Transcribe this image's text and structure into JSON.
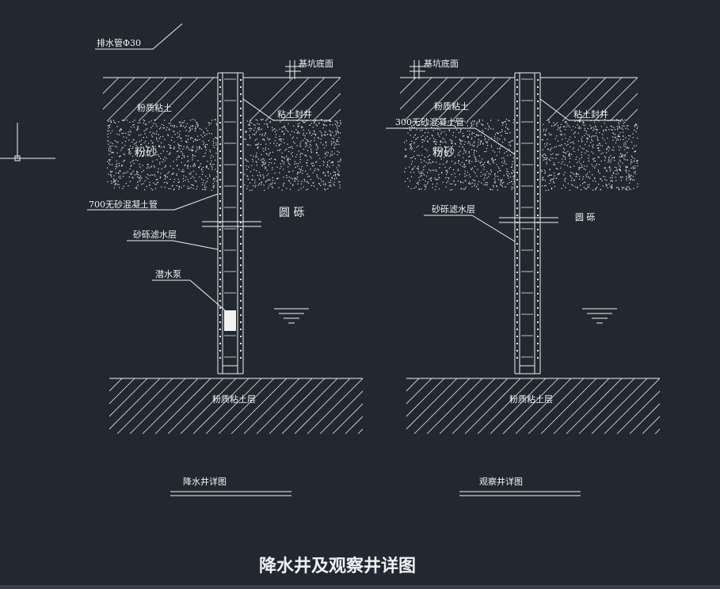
{
  "drawing": {
    "title": "降水井及观察井详图",
    "colors": {
      "background": "#212830",
      "lines": "#f2f2f2"
    }
  },
  "left_well": {
    "caption": "降水井详图",
    "labels": {
      "drain_pipe": "排水管Φ30",
      "pit_bottom": "基坑底面",
      "silty_clay": "粉质粘土",
      "clay_seal": "粘土封井",
      "silt_sand": "粉砂",
      "pipe": "700无砂混凝土管",
      "gravel": "圆 砾",
      "filter": "砂砾滤水层",
      "pump": "潜水泵",
      "bottom_layer": "粉质粘土层"
    }
  },
  "right_well": {
    "caption": "观察井详图",
    "labels": {
      "pit_bottom": "基坑底面",
      "silty_clay": "粉质粘土",
      "pipe": "300无砂混凝土管",
      "clay_seal": "粘土封井",
      "silt_sand": "粉砂",
      "filter": "砂砾滤水层",
      "gravel": "圆 砾",
      "bottom_layer": "粉质粘土层"
    }
  }
}
